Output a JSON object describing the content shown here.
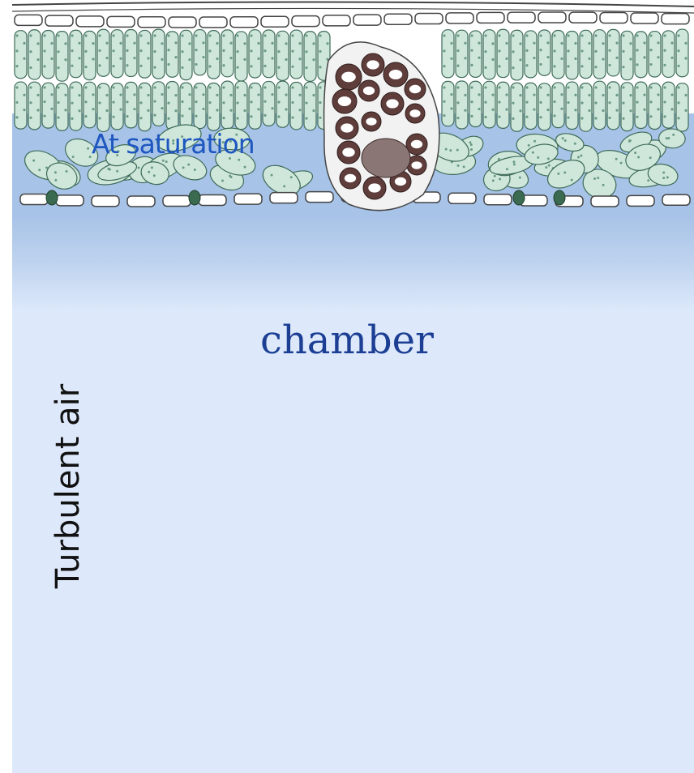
{
  "labels": {
    "saturation": "At saturation",
    "chamber": "chamber",
    "turbulent_air": "Turbulent air"
  },
  "colors": {
    "chamber_fill": "#dde9fb",
    "chamber_top": "#9ebbe3",
    "air_space": "#a7c3e7",
    "mesophyll_cell": "#cfe7db",
    "cell_outline": "#3e6b58",
    "chloroplast": "#6b9b84",
    "epidermis_outline": "#444444",
    "vein_bundle": "#5e3d3b",
    "guard_cell": "#3a6a4f",
    "saturation_text": "#1e57c0",
    "chamber_text": "#1c3f94"
  }
}
